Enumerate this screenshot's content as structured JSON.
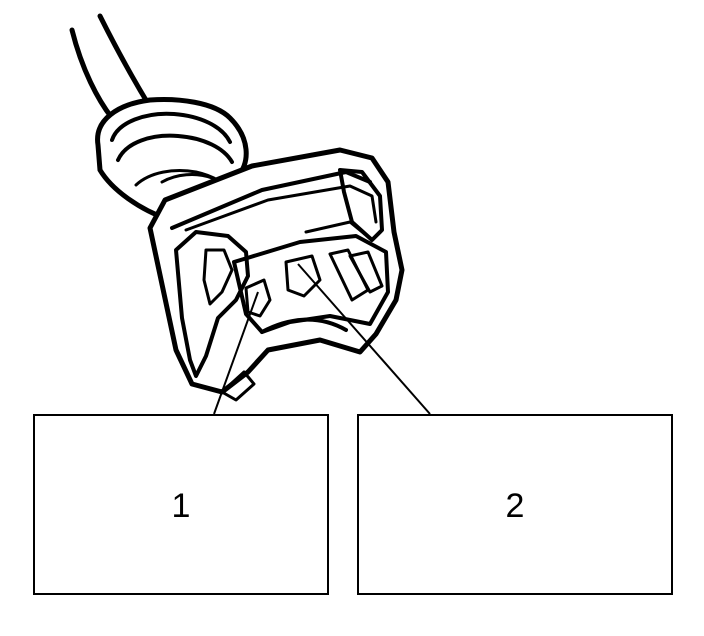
{
  "callouts": [
    {
      "id": "1",
      "text": "1"
    },
    {
      "id": "2",
      "text": "2"
    }
  ],
  "colors": {
    "stroke": "#000000",
    "background": "#ffffff"
  }
}
